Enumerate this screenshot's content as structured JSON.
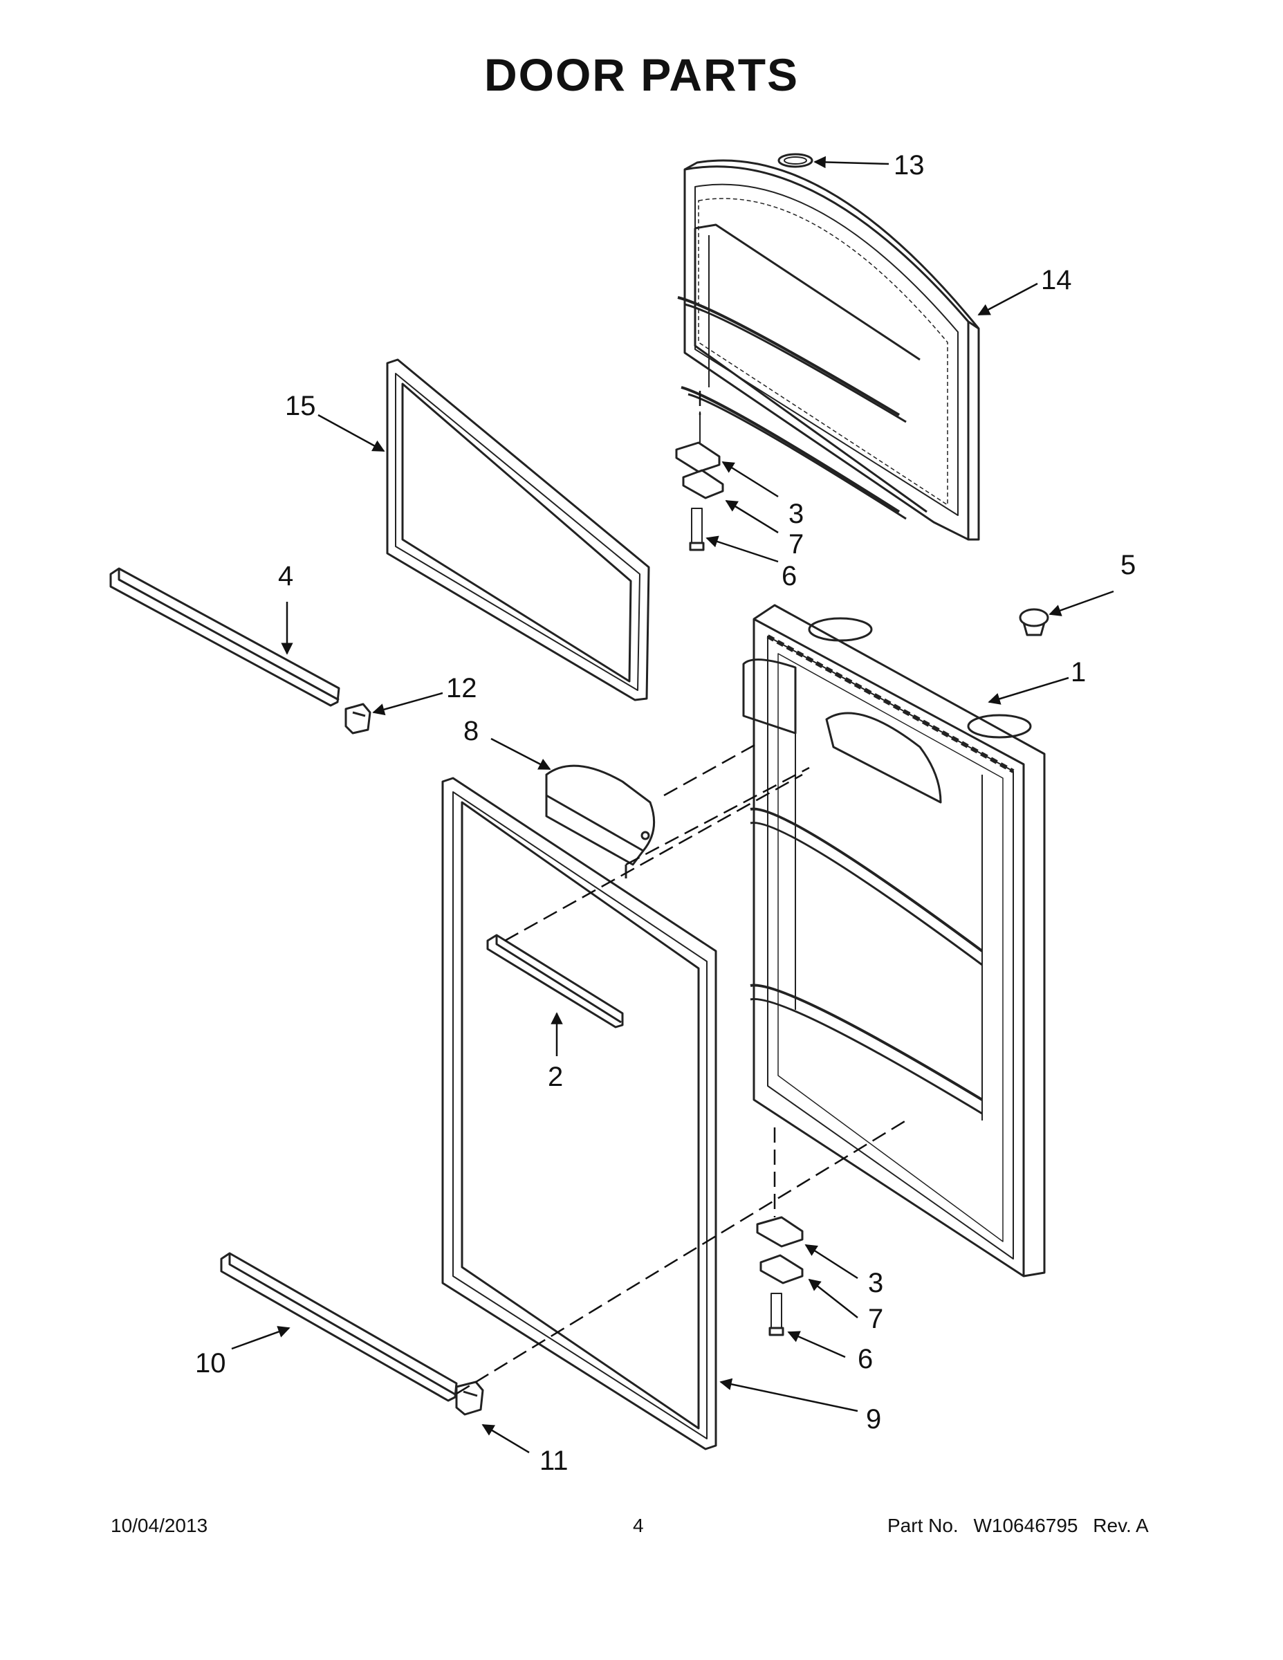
{
  "title": "DOOR PARTS",
  "callouts": {
    "c1": "1",
    "c2": "2",
    "c3a": "3",
    "c3b": "3",
    "c4": "4",
    "c5": "5",
    "c6a": "6",
    "c6b": "6",
    "c7a": "7",
    "c7b": "7",
    "c8": "8",
    "c9": "9",
    "c10": "10",
    "c11": "11",
    "c12": "12",
    "c13": "13",
    "c14": "14",
    "c15": "15"
  },
  "footer": {
    "date": "10/04/2013",
    "page": "4",
    "part_label": "Part No.",
    "part_number": "W10646795",
    "rev": "Rev. A"
  }
}
